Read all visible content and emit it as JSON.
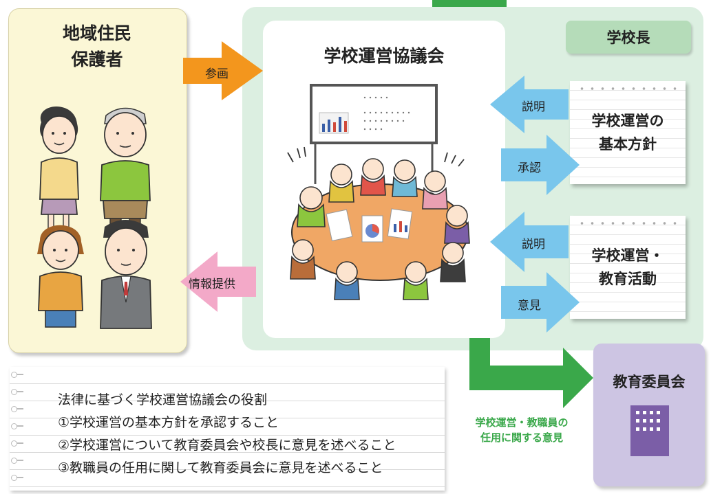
{
  "community": {
    "title_line1": "地域住民",
    "title_line2": "保護者"
  },
  "council": {
    "title": "学校運営協議会"
  },
  "principal": {
    "label": "学校長"
  },
  "memos": [
    {
      "line1": "学校運営の",
      "line2": "基本方針"
    },
    {
      "line1": "学校運営・",
      "line2": "教育活動"
    }
  ],
  "arrows": {
    "participation": "参画",
    "explain_1": "説明",
    "approve": "承認",
    "explain_2": "説明",
    "opinion": "意見",
    "info": "情報提供"
  },
  "board": {
    "title": "教育委員会"
  },
  "green_caption": {
    "line1": "学校運営・教職員の",
    "line2": "任用に関する意見"
  },
  "note": {
    "lines": [
      "法律に基づく学校運営協議会の役割",
      "①学校運営の基本方針を承認すること",
      "②学校運営について教育委員会や校長に意見を述べること",
      "③教職員の任用に関して教育委員会に意見を述べること"
    ]
  },
  "colors": {
    "orange": "#f3961d",
    "blue": "#79c6ec",
    "pink": "#f3a9c8",
    "green": "#3aa84a",
    "purple": "#7b5ea7"
  }
}
